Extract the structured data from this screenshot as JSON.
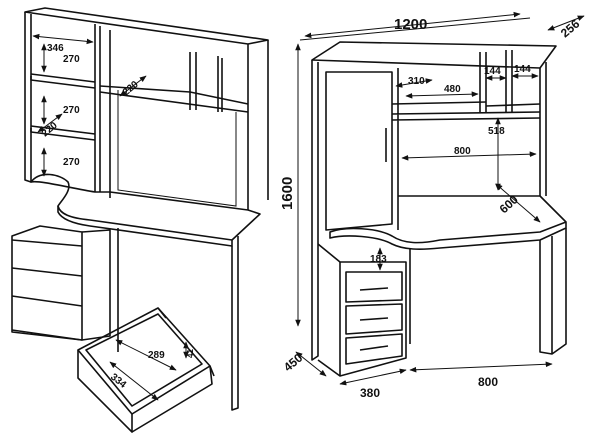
{
  "left_view": {
    "labels": {
      "shelf_width": "346",
      "shelf_h1": "270",
      "shelf_h2": "270",
      "shelf_h3": "270",
      "shelf_depth": "220",
      "niche_depth": "220",
      "drawer_inner_w": "289",
      "drawer_inner_d": "334",
      "drawer_h": "41"
    }
  },
  "right_view": {
    "labels": {
      "total_width": "1200",
      "depth_top": "256",
      "height": "1600",
      "shelf_w": "310",
      "mid_w": "480",
      "niche1": "144",
      "niche2": "144",
      "gap_h": "518",
      "inner_w": "800",
      "desk_depth": "600",
      "pedestal_h": "183",
      "base_depth": "450",
      "pedestal_w": "380",
      "leg_span": "800"
    }
  },
  "colors": {
    "stroke": "#111111",
    "background": "#ffffff"
  }
}
